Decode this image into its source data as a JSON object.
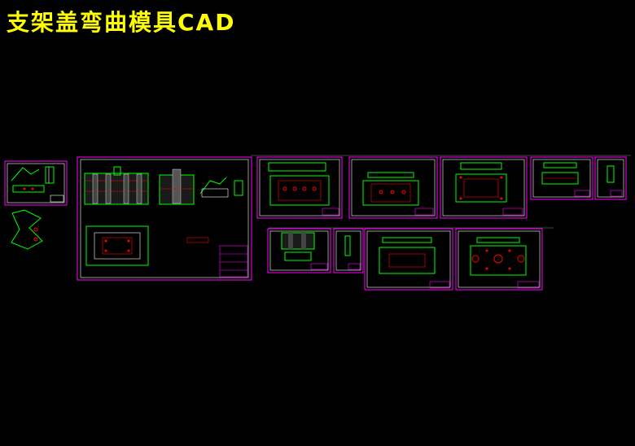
{
  "title": "支架盖弯曲模具CAD",
  "colors": {
    "background": "#000000",
    "title": "#ffff00",
    "frame": "#ff00ff",
    "border": "#ffffff",
    "lines": "#00ff00",
    "parts": "#ff3333",
    "highlight": "#ff0000"
  },
  "sheets": [
    {
      "id": "sheet-1",
      "kind": "small-parts"
    },
    {
      "id": "sheet-2",
      "kind": "assembly"
    },
    {
      "id": "sheet-3",
      "kind": "plate"
    },
    {
      "id": "sheet-4",
      "kind": "plate"
    },
    {
      "id": "sheet-5",
      "kind": "plate"
    },
    {
      "id": "sheet-6",
      "kind": "part"
    },
    {
      "id": "sheet-7",
      "kind": "part"
    },
    {
      "id": "sheet-8",
      "kind": "section"
    },
    {
      "id": "sheet-9",
      "kind": "part"
    },
    {
      "id": "sheet-10",
      "kind": "plate"
    },
    {
      "id": "sheet-11",
      "kind": "plate"
    }
  ]
}
